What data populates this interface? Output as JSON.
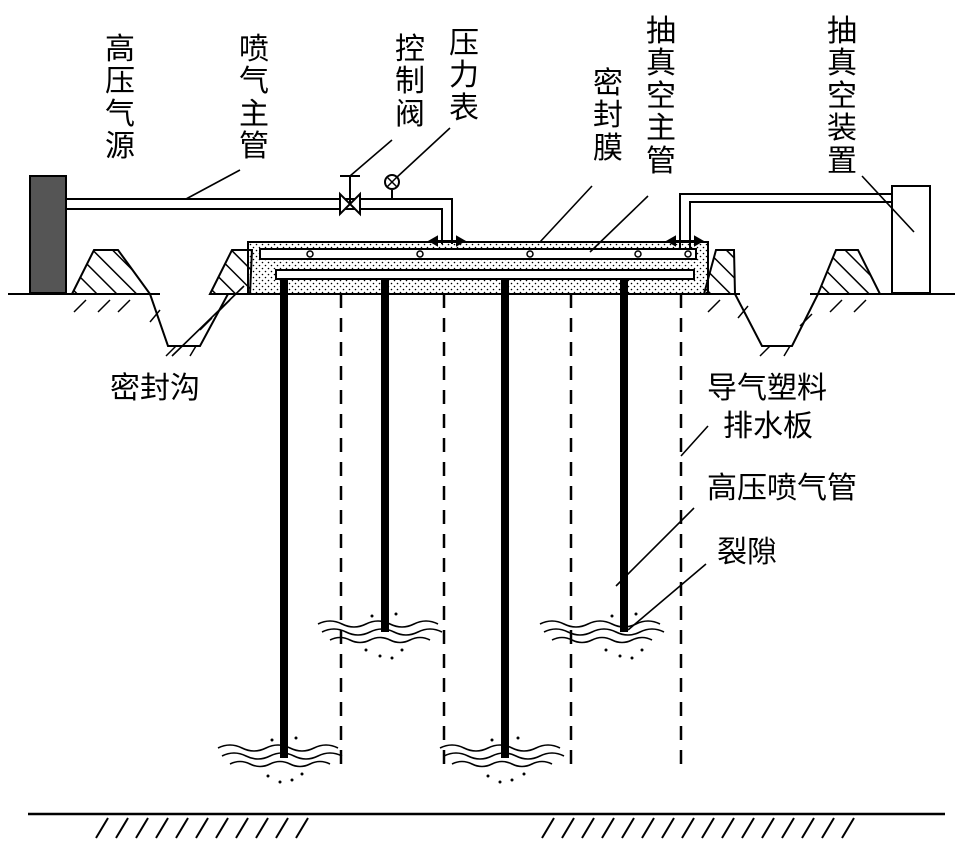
{
  "colors": {
    "line": "#000000",
    "source_fill": "#555555",
    "background": "#ffffff"
  },
  "labels": {
    "high_pressure_source": "高压气源",
    "jet_main_pipe": "喷气主管",
    "control_valve": "控制阀",
    "pressure_gauge": "压力表",
    "vacuum_main_pipe": "抽真空主管",
    "sealing_membrane": "密封膜",
    "vacuum_device": "抽真空装置",
    "sealing_trench": "密封沟",
    "drainage_board_line1": "导气塑料",
    "drainage_board_line2": "排水板",
    "high_pressure_jet_pipe": "高压喷气管",
    "fracture": "裂隙"
  },
  "icons": [
    "valve-icon",
    "pressure-gauge-icon",
    "fracture-icon"
  ]
}
